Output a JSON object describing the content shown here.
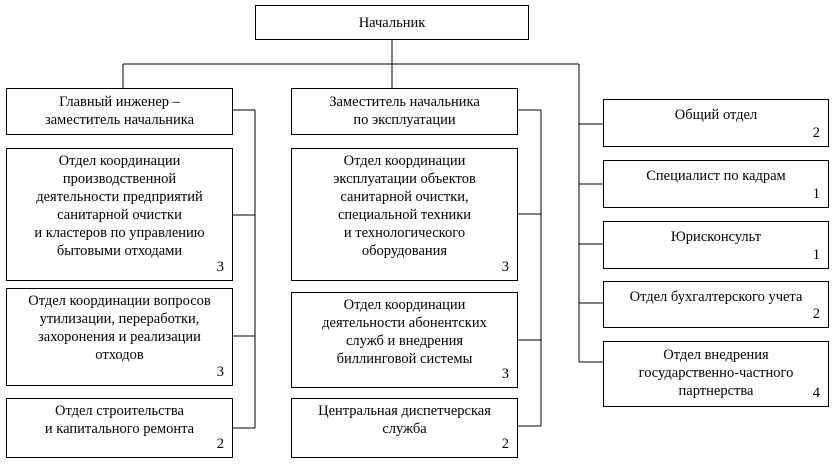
{
  "head": {
    "label": "Начальник"
  },
  "left_column": {
    "header": {
      "label": "Главный инженер –\nзаместитель начальника"
    },
    "items": [
      {
        "label": "Отдел координации\nпроизводственной\nдеятельности предприятий\nсанитарной очистки\nи кластеров по управлению\nбытовыми отходами",
        "count": "3"
      },
      {
        "label": "Отдел координации вопросов\nутилизации, переработки,\nзахоронения и реализации\nотходов",
        "count": "3"
      },
      {
        "label": "Отдел строительства\nи капитального ремонта",
        "count": "2"
      }
    ]
  },
  "middle_column": {
    "header": {
      "label": "Заместитель начальника\nпо эксплуатации"
    },
    "items": [
      {
        "label": "Отдел координации\nэксплуатации объектов\nсанитарной очистки,\nспециальной техники\nи технологического\nоборудования",
        "count": "3"
      },
      {
        "label": "Отдел координации\nдеятельности абонентских\nслужб и внедрения\nбиллинговой системы",
        "count": "3"
      },
      {
        "label": "Центральная диспетчерская\nслужба",
        "count": "2"
      }
    ]
  },
  "right_column": {
    "items": [
      {
        "label": "Общий отдел",
        "count": "2"
      },
      {
        "label": "Специалист по кадрам",
        "count": "1"
      },
      {
        "label": "Юрисконсульт",
        "count": "1"
      },
      {
        "label": "Отдел бухгалтерского учета",
        "count": "2"
      },
      {
        "label": "Отдел внедрения\nгосударственно-частного\nпартнерства",
        "count": "4"
      }
    ]
  }
}
